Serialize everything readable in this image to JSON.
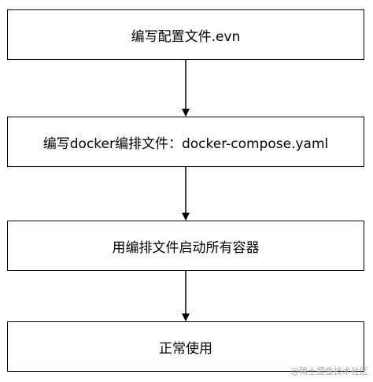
{
  "flowchart": {
    "steps": [
      {
        "label": "编写配置文件.evn"
      },
      {
        "label": "编写docker编排文件：docker-compose.yaml"
      },
      {
        "label": "用编排文件启动所有容器"
      },
      {
        "label": "正常使用"
      }
    ]
  },
  "watermark": {
    "text": "@稀土掘金技术社区"
  }
}
